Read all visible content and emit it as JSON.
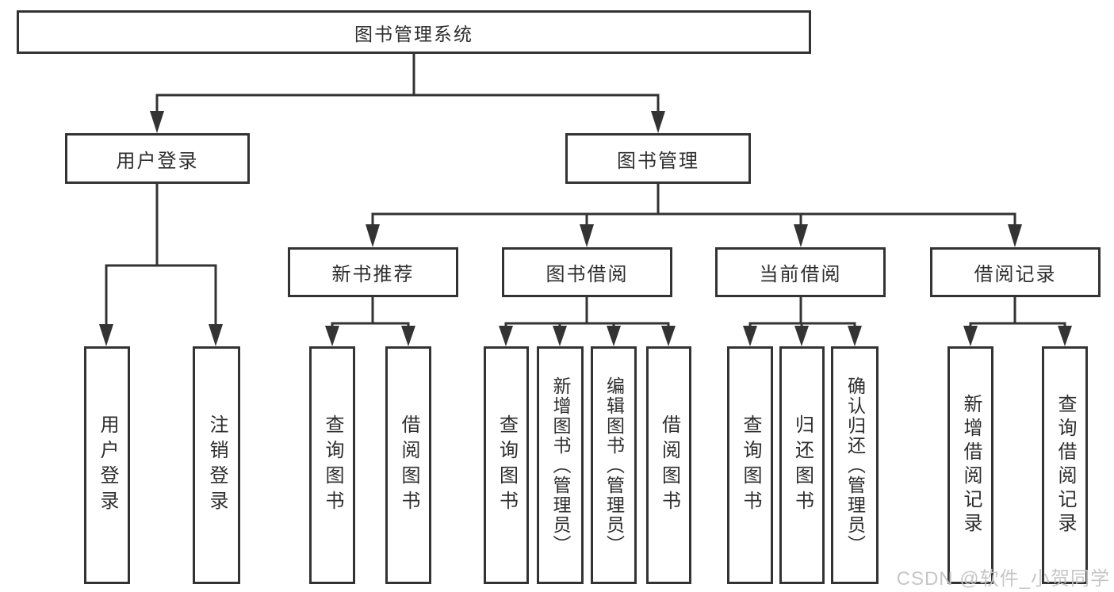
{
  "tree": {
    "label": "图书管理系统",
    "children": [
      {
        "label": "用户登录",
        "children": [
          {
            "label": "用户登录"
          },
          {
            "label": "注销登录"
          }
        ]
      },
      {
        "label": "图书管理",
        "children": [
          {
            "label": "新书推荐",
            "children": [
              {
                "label": "查询图书"
              },
              {
                "label": "借阅图书"
              }
            ]
          },
          {
            "label": "图书借阅",
            "children": [
              {
                "label": "查询图书"
              },
              {
                "label": "新增图书（管理员）"
              },
              {
                "label": "编辑图书（管理员）"
              },
              {
                "label": "借阅图书"
              }
            ]
          },
          {
            "label": "当前借阅",
            "children": [
              {
                "label": "查询图书"
              },
              {
                "label": "归还图书"
              },
              {
                "label": "确认归还（管理员）"
              }
            ]
          },
          {
            "label": "借阅记录",
            "children": [
              {
                "label": "新增借阅记录"
              },
              {
                "label": "查询借阅记录"
              }
            ]
          }
        ]
      }
    ]
  },
  "watermark": "CSDN @软件_小贺同学",
  "colors": {
    "line": "#333333",
    "box_border": "#333333",
    "text": "#2e2e2e",
    "watermark": "#c3c3c3",
    "background": "#ffffff"
  }
}
